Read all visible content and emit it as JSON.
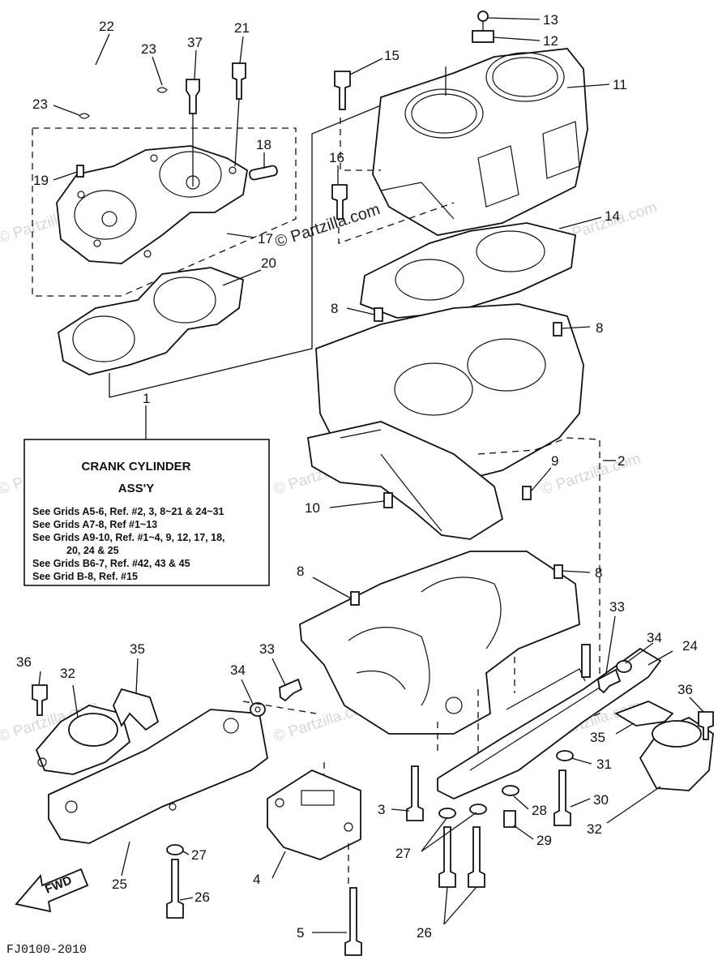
{
  "watermark": {
    "text": "© Partzilla.com"
  },
  "info_box": {
    "title_line1": "CRANK CYLINDER",
    "title_line2": "ASS'Y",
    "lines": [
      "See Grids A5-6, Ref. #2, 3, 8~21 & 24~31",
      "See Grids A7-8, Ref #1~13",
      "See Grids A9-10, Ref. #1~4, 9, 12, 17, 18,",
      "20, 24 & 25",
      "See Grids B6-7, Ref. #42, 43 & 45",
      "See Grid B-8, Ref. #15"
    ]
  },
  "diagram_code": "FJ0100-2010",
  "fwd_label": "FWD",
  "callouts": {
    "c1": "1",
    "c2": "2",
    "c3": "3",
    "c4": "4",
    "c5": "5",
    "c8a": "8",
    "c8b": "8",
    "c8c": "8",
    "c8d": "8",
    "c9": "9",
    "c10": "10",
    "c11": "11",
    "c12": "12",
    "c13": "13",
    "c14": "14",
    "c15": "15",
    "c16": "16",
    "c17": "17",
    "c18": "18",
    "c19": "19",
    "c20": "20",
    "c21": "21",
    "c22": "22",
    "c23a": "23",
    "c23b": "23",
    "c24": "24",
    "c25": "25",
    "c26a": "26",
    "c26b": "26",
    "c27a": "27",
    "c27b": "27",
    "c28": "28",
    "c29": "29",
    "c30": "30",
    "c31": "31",
    "c32a": "32",
    "c32b": "32",
    "c33a": "33",
    "c33b": "33",
    "c34a": "34",
    "c34b": "34",
    "c35a": "35",
    "c35b": "35",
    "c36a": "36",
    "c36b": "36",
    "c37": "37"
  }
}
